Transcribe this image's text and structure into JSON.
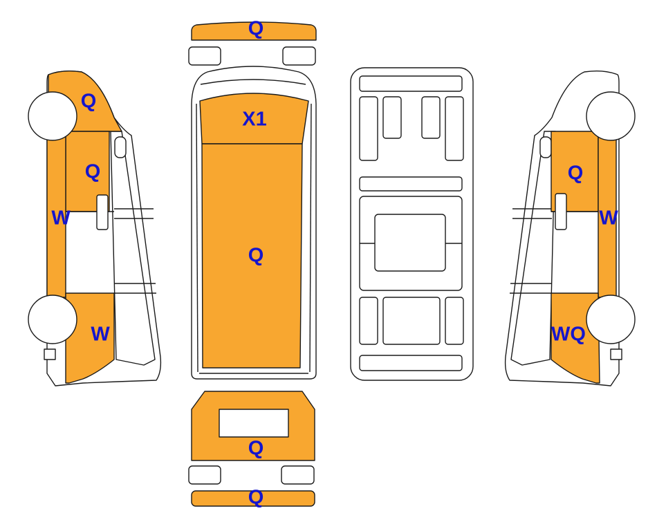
{
  "colors": {
    "damage": "#F8A730",
    "outline": "#1a1a1a",
    "label": "#1515CC",
    "background": "#ffffff"
  },
  "labels": {
    "front_bumper": "Q",
    "roof_front": "X1",
    "roof_main": "Q",
    "rear_door": "Q",
    "rear_bumper": "Q",
    "left_front_fender": "Q",
    "left_front_door": "Q",
    "left_rocker": "W",
    "left_rear_quarter": "W",
    "right_front_door": "Q",
    "right_rocker": "W",
    "right_rear_quarter": "WQ"
  }
}
